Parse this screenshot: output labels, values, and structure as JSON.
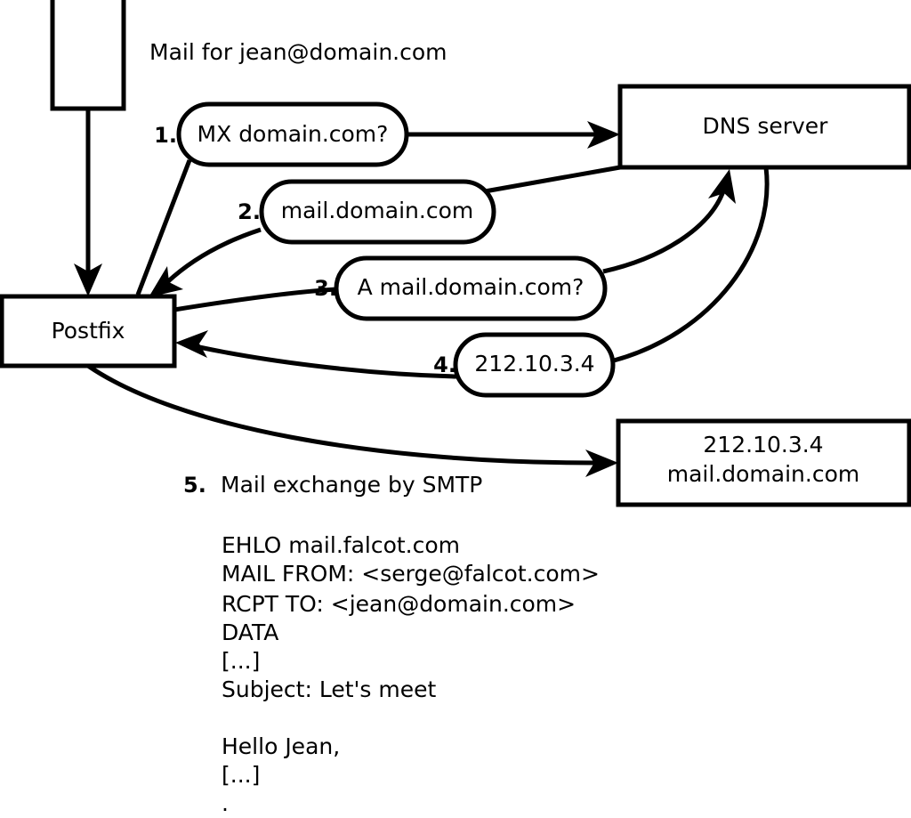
{
  "diagram": {
    "title_caption": "Mail for jean@domain.com",
    "nodes": {
      "mail_client": {
        "label": ""
      },
      "postfix": {
        "label": "Postfix"
      },
      "dns_server": {
        "label": "DNS server"
      },
      "remote_mail_server": {
        "line1": "212.10.3.4",
        "line2": "mail.domain.com"
      }
    },
    "steps": [
      {
        "num": "1.",
        "label": "MX domain.com?"
      },
      {
        "num": "2.",
        "label": "mail.domain.com"
      },
      {
        "num": "3.",
        "label": "A mail.domain.com?"
      },
      {
        "num": "4.",
        "label": "212.10.3.4"
      }
    ],
    "smtp_step": {
      "num": "5.",
      "label": "Mail exchange by SMTP"
    },
    "transcript": [
      "EHLO mail.falcot.com",
      "MAIL FROM: <serge@falcot.com>",
      "RCPT TO: <jean@domain.com>",
      "DATA",
      "[...]",
      "Subject: Let's meet",
      "",
      "Hello Jean,",
      "[...]",
      "."
    ],
    "colors": {
      "background": "#ffffff",
      "stroke": "#000000",
      "text": "#000000"
    }
  }
}
